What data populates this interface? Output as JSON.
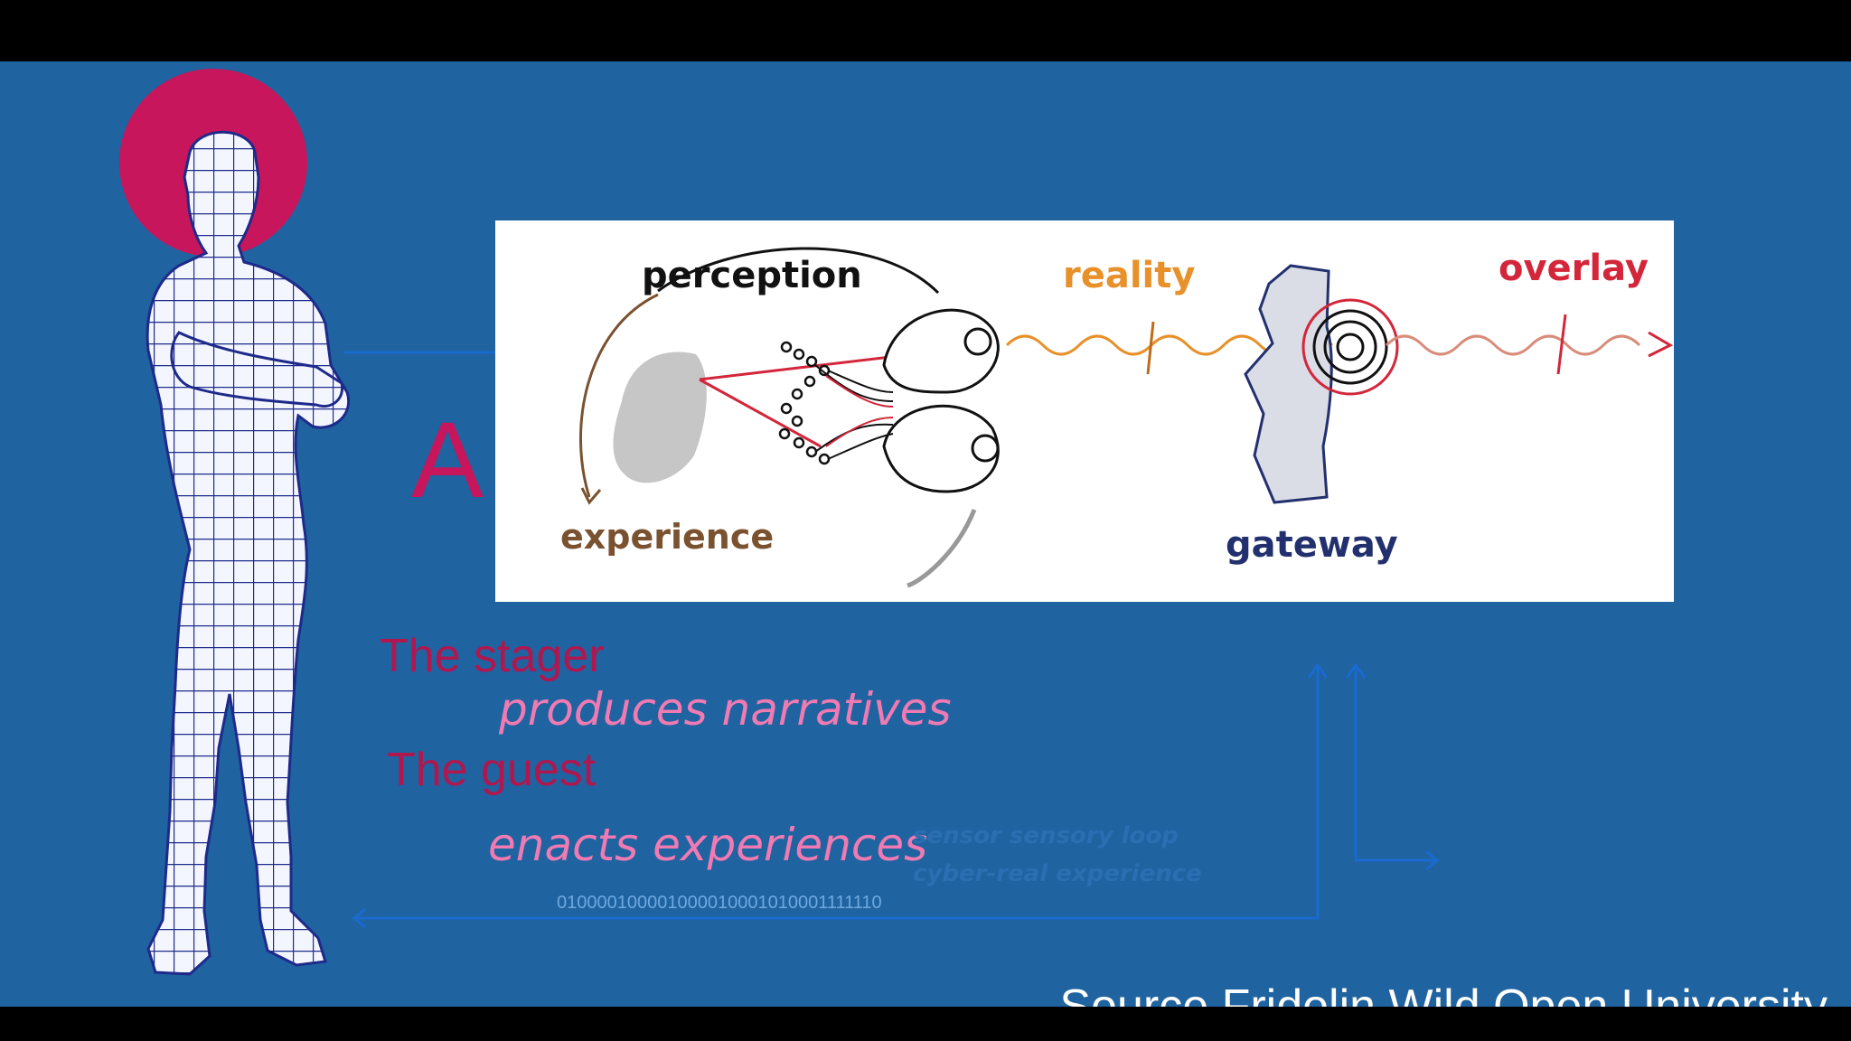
{
  "slide": {
    "label_a": "A",
    "stager": "The stager",
    "narratives": "produces narratives",
    "guest": "The guest",
    "experiences": "enacts experiences",
    "loop_caption": "sensor sensory loop",
    "cyber_caption": "cyber-real experience",
    "binary": "010000100001000010001010001111110",
    "source": "Source Fridolin Wild Open University"
  },
  "diagram": {
    "perception": "perception",
    "experience": "experience",
    "reality": "reality",
    "overlay": "overlay",
    "gateway": "gateway"
  },
  "colors": {
    "background": "#1f63a0",
    "halo": "#c8165c",
    "accent_pink": "#f07ab2",
    "dark_pink": "#b0174f"
  }
}
